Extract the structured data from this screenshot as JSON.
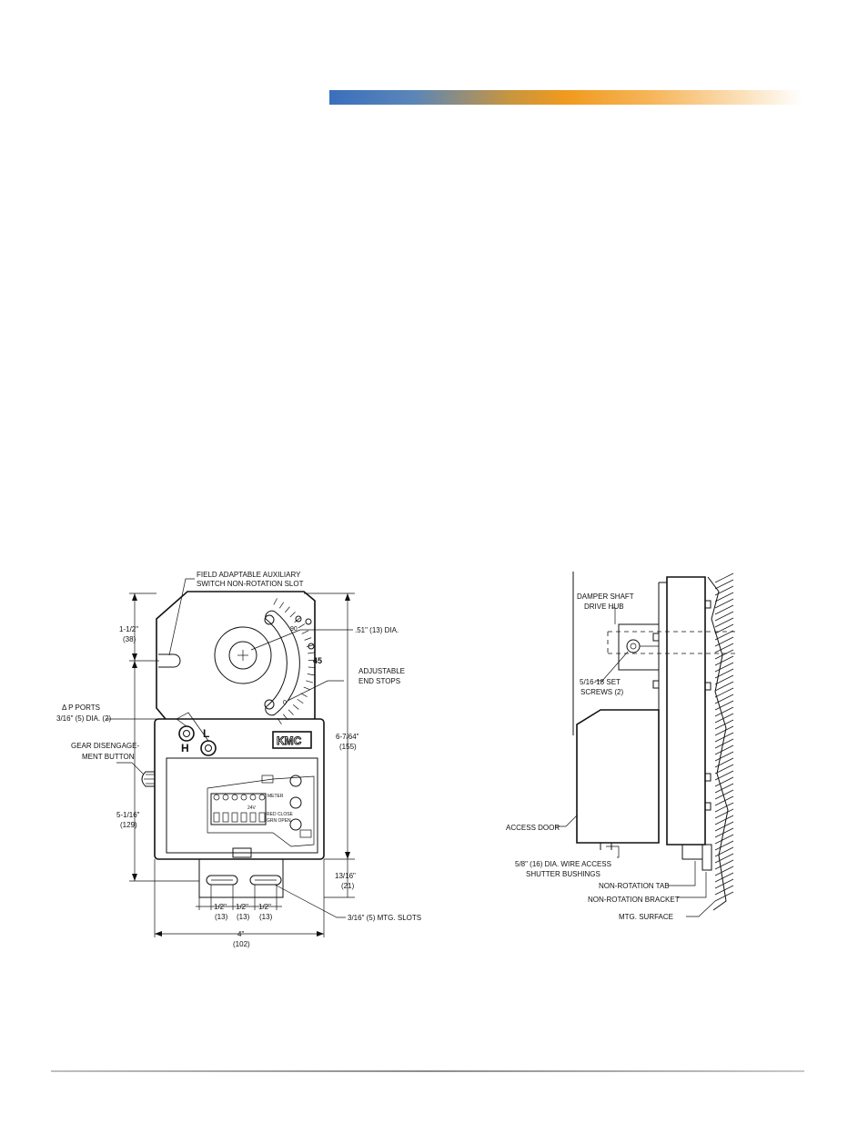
{
  "front_view": {
    "callouts": {
      "aux_switch_l1": "FIELD ADAPTABLE AUXILIARY",
      "aux_switch_l2": "SWITCH NON-ROTATION SLOT",
      "hub_dia": ".51\" (13) DIA.",
      "end_stops_l1": "ADJUSTABLE",
      "end_stops_l2": "END STOPS",
      "p_ports_l1": "Δ P PORTS",
      "p_ports_l2": "3/16\" (5) DIA. (2)",
      "gear_l1": "GEAR DISENGAGE-",
      "gear_l2": "MENT BUTTON",
      "mtg_slots": "3/16\" (5) MTG. SLOTS"
    },
    "dimensions": {
      "top_offset": "1-1/2\"",
      "top_offset_mm": "(38)",
      "lower_height": "5-1/16\"",
      "lower_height_mm": "(129)",
      "total_height": "6-7/64\"",
      "total_height_mm": "(155)",
      "bracket_height": "13/16\"",
      "bracket_height_mm": "(21)",
      "slot_spacing": [
        "1/2\"",
        "1/2\"",
        "1/2\""
      ],
      "slot_spacing_mm": [
        "(13)",
        "(13)",
        "(13)"
      ],
      "width": "4\"",
      "width_mm": "(102)"
    },
    "device": {
      "logo": "KMC",
      "port_h": "H",
      "port_l": "L",
      "scale_values": [
        "90",
        "45",
        "0"
      ],
      "meter_label": "METER",
      "red_close": "RED CLOSE",
      "grn_open": "GRN OPEN",
      "voltage": "24V"
    }
  },
  "side_view": {
    "callouts": {
      "hub_l1": "DAMPER SHAFT",
      "hub_l2": "DRIVE HUB",
      "set_screws_l1": "5/16-18 SET",
      "set_screws_l2": "SCREWS (2)",
      "access_door": "ACCESS DOOR",
      "bushings_l1": "5/8\" (16) DIA. WIRE ACCESS",
      "bushings_l2": "SHUTTER BUSHINGS",
      "tab": "NON-ROTATION TAB",
      "bracket": "NON-ROTATION BRACKET",
      "surface": "MTG. SURFACE"
    }
  }
}
